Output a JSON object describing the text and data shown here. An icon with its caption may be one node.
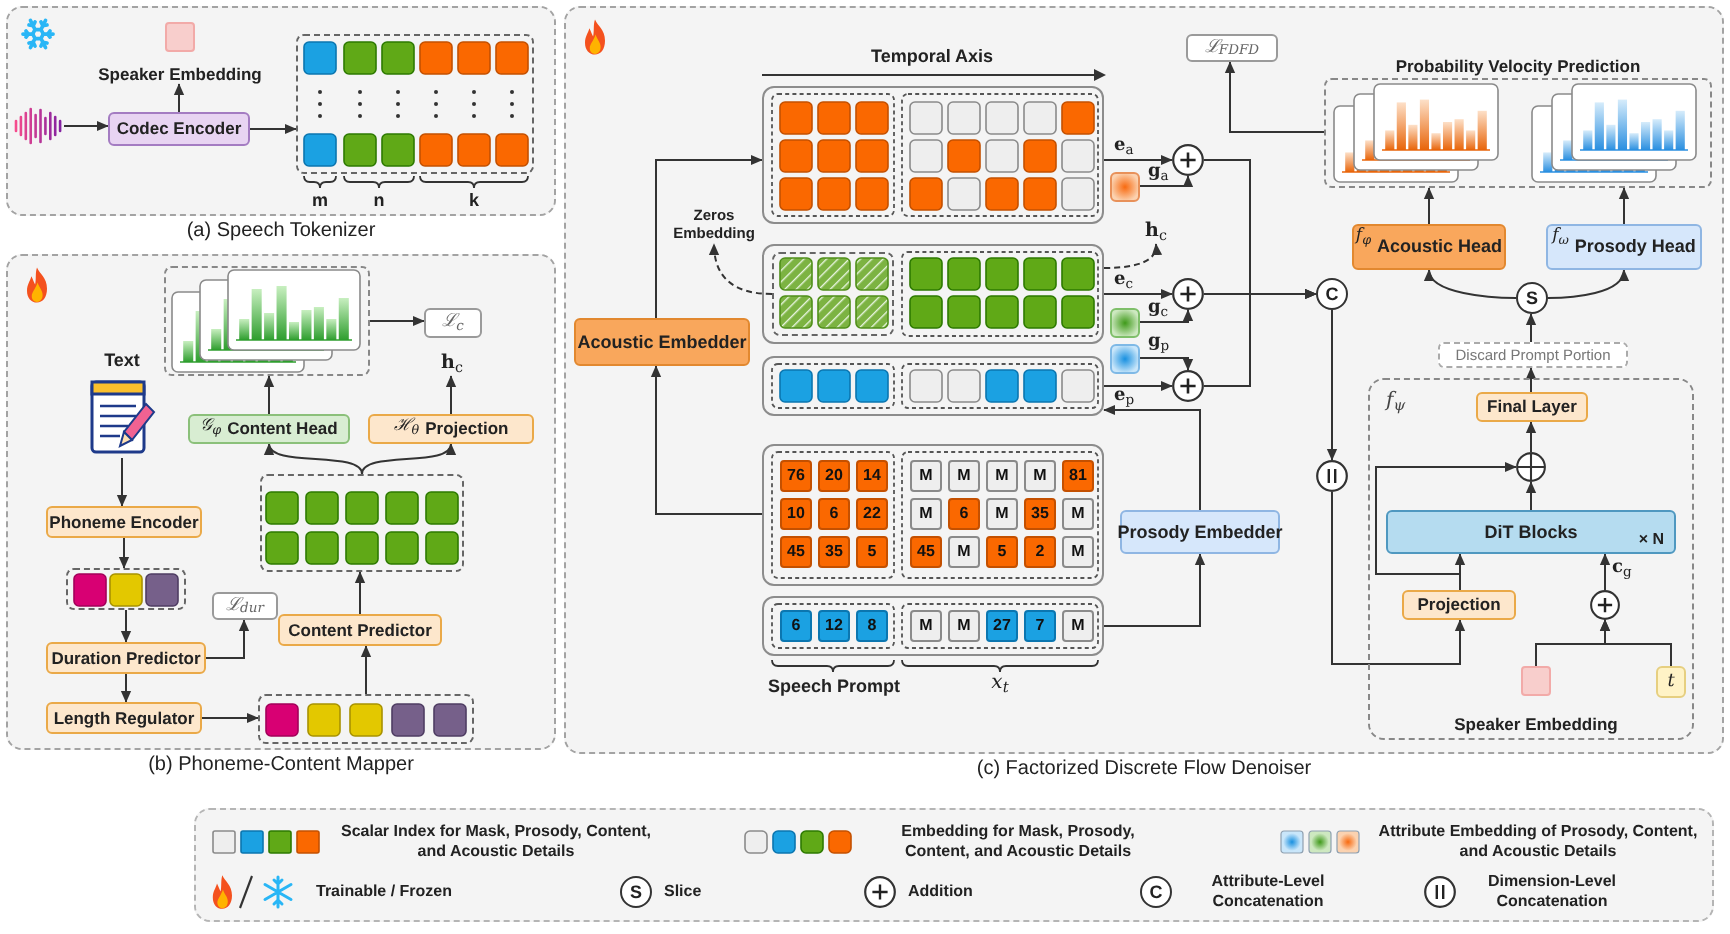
{
  "diagram": {
    "nodes": [
      {
        "text": [
          "(a) Speech Tokenizer"
        ]
      },
      {
        "text": [],
        "shape": "picture",
        "in": 0
      },
      {
        "text": [
          "Codec Encoder"
        ],
        "in": 0
      },
      {
        "text": [
          "Speaker Embedding"
        ],
        "in": 0
      },
      {
        "text": [],
        "shape": "box",
        "in": 0
      },
      {
        "text": [
          "(b) Phoneme-Content Mapper"
        ]
      },
      {
        "text": [],
        "shape": "picture",
        "in": 5
      },
      {
        "text": [
          "ℒ$_{c}$"
        ],
        "in": 5
      },
      {
        "text": [
          "**h**$_{c}$"
        ],
        "in": 5
      },
      {
        "text": [
          "Text"
        ],
        "in": 5
      },
      {
        "text": [
          "𝒢$_{φ}$",
          "Content Head"
        ],
        "in": 5
      },
      {
        "text": [
          "ℋ$_{θ}$",
          "Projection"
        ],
        "in": 5
      },
      {
        "text": [],
        "shape": "box",
        "in": 5
      },
      {
        "text": [
          "Phoneme Encoder"
        ],
        "in": 5
      },
      {
        "text": [],
        "shape": "box",
        "in": 5
      },
      {
        "text": [
          "ℒ$_{dur}$"
        ],
        "in": 5
      },
      {
        "text": [
          "Content Predictor"
        ],
        "in": 5
      },
      {
        "text": [
          "Duration Predictor"
        ],
        "in": 5
      },
      {
        "text": [
          "Length Regulator"
        ],
        "in": 5
      },
      {
        "text": [],
        "shape": "box",
        "in": 5
      },
      {
        "text": [
          "(c) Factorized Discrete Flow Denoiser"
        ]
      },
      {
        "text": [
          "ℒ$_{FDFD}$"
        ],
        "in": 20
      },
      {
        "text": [
          "Probability Velocity Prediction"
        ],
        "in": 20
      },
      {
        "text": [],
        "shape": "box",
        "in": 20
      },
      {
        "text": [],
        "shape": "circle",
        "in": 20
      },
      {
        "text": [],
        "shape": "box",
        "in": 20
      },
      {
        "text": [
          "Zeros Embedding"
        ],
        "in": 20
      },
      {
        "text": [
          "**h**$_{c}$"
        ],
        "in": 20
      },
      {
        "text": [
          "f$_{φ}$",
          "Acoustic Head"
        ],
        "in": 20
      },
      {
        "text": [
          "f$_{ω}$",
          "Prosody Head"
        ],
        "in": 20
      },
      {
        "text": [],
        "shape": "box",
        "in": 20
      },
      {
        "text": [],
        "shape": "box",
        "in": 30
      },
      {
        "text": [],
        "shape": "circle",
        "in": 20
      },
      {
        "text": [
          "C"
        ],
        "in": 20
      },
      {
        "text": [
          "S"
        ],
        "in": 20
      },
      {
        "text": [
          "Acoustic Embedder"
        ],
        "in": 20
      },
      {
        "text": [],
        "shape": "box",
        "in": 20
      },
      {
        "text": [],
        "shape": "box",
        "in": 20
      },
      {
        "text": [],
        "shape": "box",
        "in": 20
      },
      {
        "text": [],
        "shape": "circle",
        "in": 20
      },
      {
        "text": [
          "Discard Prompt Portion"
        ],
        "in": 20
      },
      {
        "text": [
          "f$_{ψ}$"
        ],
        "in": 20
      },
      {
        "text": [
          "Final Layer"
        ],
        "in": 41
      },
      {
        "text": [],
        "shape": "circle",
        "in": 41
      },
      {
        "text": [],
        "shape": "circle",
        "in": 20
      },
      {
        "text": [
          "DiT Blocks",
          "× N"
        ],
        "in": 41
      },
      {
        "text": [],
        "shape": "box",
        "in": 20
      },
      {
        "text": [
          "76"
        ],
        "in": 46
      },
      {
        "text": [
          "20"
        ],
        "in": 46
      },
      {
        "text": [
          "14"
        ],
        "in": 46
      },
      {
        "text": [
          "M"
        ],
        "in": 46
      },
      {
        "text": [
          "M"
        ],
        "in": 46
      },
      {
        "text": [
          "M"
        ],
        "in": 46
      },
      {
        "text": [
          "M"
        ],
        "in": 46
      },
      {
        "text": [
          "81"
        ],
        "in": 46
      },
      {
        "text": [
          "10"
        ],
        "in": 46
      },
      {
        "text": [
          "6"
        ],
        "in": 46
      },
      {
        "text": [
          "22"
        ],
        "in": 46
      },
      {
        "text": [
          "M"
        ],
        "in": 46
      },
      {
        "text": [
          "6"
        ],
        "in": 46
      },
      {
        "text": [
          "M"
        ],
        "in": 46
      },
      {
        "text": [
          "35"
        ],
        "in": 46
      },
      {
        "text": [
          "M"
        ],
        "in": 46
      },
      {
        "text": [
          "45"
        ],
        "in": 46
      },
      {
        "text": [
          "35"
        ],
        "in": 46
      },
      {
        "text": [
          "5"
        ],
        "in": 46
      },
      {
        "text": [
          "45"
        ],
        "in": 46
      },
      {
        "text": [
          "M"
        ],
        "in": 46
      },
      {
        "text": [
          "5"
        ],
        "in": 46
      },
      {
        "text": [
          "2"
        ],
        "in": 46
      },
      {
        "text": [
          "M"
        ],
        "in": 46
      },
      {
        "text": [
          "Prosody Embedder"
        ],
        "in": 20
      },
      {
        "text": [
          "Projection"
        ],
        "in": 41
      },
      {
        "text": [],
        "shape": "circle",
        "in": 41
      },
      {
        "text": [],
        "shape": "box",
        "in": 20
      },
      {
        "text": [
          "6"
        ],
        "in": 74
      },
      {
        "text": [
          "12"
        ],
        "in": 74
      },
      {
        "text": [
          "8"
        ],
        "in": 74
      },
      {
        "text": [
          "M"
        ],
        "in": 74
      },
      {
        "text": [
          "M"
        ],
        "in": 74
      },
      {
        "text": [
          "27"
        ],
        "in": 74
      },
      {
        "text": [
          "7"
        ],
        "in": 74
      },
      {
        "text": [
          "M"
        ],
        "in": 74
      },
      {
        "text": [
          "Speaker Embedding"
        ],
        "in": 41
      },
      {
        "text": [
          "t"
        ],
        "in": 41
      }
    ],
    "edges": [
      {
        "from": 1,
        "to": 2,
        "arrow": "to"
      },
      {
        "from": 2,
        "to": 3,
        "arrow": "to"
      },
      {
        "from": 2,
        "to": 4,
        "arrow": "to"
      },
      {
        "from": 9,
        "to": 13,
        "arrow": "to"
      },
      {
        "from": 13,
        "to": 14,
        "arrow": "to"
      },
      {
        "from": 14,
        "to": 17,
        "arrow": "to"
      },
      {
        "from": 17,
        "to": 15,
        "arrow": "to"
      },
      {
        "from": 17,
        "to": 18,
        "arrow": "to"
      },
      {
        "from": 18,
        "to": 19,
        "arrow": "to"
      },
      {
        "from": 19,
        "to": 16,
        "arrow": "to"
      },
      {
        "from": 16,
        "to": 12,
        "arrow": "to"
      },
      {
        "from": 12,
        "to": 10,
        "arrow": "to"
      },
      {
        "from": 12,
        "to": 11,
        "arrow": "to"
      },
      {
        "from": 10,
        "to": 6,
        "arrow": "to"
      },
      {
        "from": 11,
        "to": 8,
        "arrow": "to"
      },
      {
        "from": 6,
        "to": 7,
        "arrow": "to"
      },
      {
        "from": 46,
        "to": 35,
        "arrow": "to"
      },
      {
        "from": 35,
        "to": 23,
        "arrow": "to"
      },
      {
        "from": 74,
        "to": 71,
        "arrow": "to"
      },
      {
        "from": 71,
        "to": 38,
        "arrow": "to"
      },
      {
        "from": 23,
        "to": 24,
        "arrow": "to",
        "label": "**e**$_{a}$"
      },
      {
        "from": 25,
        "to": 24,
        "arrow": "to",
        "label": "**g**$_{a}$"
      },
      {
        "from": 30,
        "to": 32,
        "arrow": "to",
        "label": "**e**$_{c}$"
      },
      {
        "from": 36,
        "to": 32,
        "arrow": "to",
        "label": "**g**$_{c}$"
      },
      {
        "from": 37,
        "to": 39,
        "arrow": "to",
        "label": "**g**$_{p}$"
      },
      {
        "from": 38,
        "to": 39,
        "arrow": "to",
        "label": "**e**$_{p}$"
      },
      {
        "from": 30,
        "to": 27,
        "arrow": "to",
        "style": "dashed"
      },
      {
        "from": 31,
        "to": 26,
        "arrow": "to",
        "style": "dashed"
      },
      {
        "from": 24,
        "to": 33,
        "arrow": "to"
      },
      {
        "from": 32,
        "to": 33,
        "arrow": "to"
      },
      {
        "from": 39,
        "to": 33,
        "arrow": "to"
      },
      {
        "from": 33,
        "to": 44,
        "arrow": "to"
      },
      {
        "from": 44,
        "to": 72,
        "arrow": "to"
      },
      {
        "from": 72,
        "to": 45,
        "arrow": "to"
      },
      {
        "from": 72,
        "to": 43,
        "arrow": "to"
      },
      {
        "from": 45,
        "to": 43,
        "arrow": "to"
      },
      {
        "from": 43,
        "to": 42,
        "arrow": "to"
      },
      {
        "from": 42,
        "to": 40,
        "arrow": "to"
      },
      {
        "from": 40,
        "to": 34,
        "arrow": "to"
      },
      {
        "from": 34,
        "to": 28,
        "arrow": "to"
      },
      {
        "from": 34,
        "to": 29,
        "arrow": "to"
      },
      {
        "from": 28,
        "to": 22,
        "arrow": "to"
      },
      {
        "from": 29,
        "to": 22,
        "arrow": "to"
      },
      {
        "from": 22,
        "to": 21,
        "arrow": "to"
      },
      {
        "from": 83,
        "to": 73,
        "arrow": "to"
      },
      {
        "from": 84,
        "to": 73,
        "arrow": "to"
      },
      {
        "from": 73,
        "to": 45,
        "arrow": "to",
        "label": "**c**$_{g}$"
      }
    ],
    "labels": [
      "m",
      "n",
      "k",
      "Temporal Axis",
      "Speech Prompt",
      "x$_{t}$",
      "S",
      "C"
    ],
    "legend": [
      {
        "text": "Scalar Index for Mask, Prosody, Content, and Acoustic Details"
      },
      {
        "text": "Embedding for Mask, Prosody, Content, and Acoustic Details"
      },
      {
        "text": "Attribute Embedding of Prosody, Content, and Acoustic Details"
      },
      {
        "text": "Trainable / Frozen"
      },
      {
        "text": "Slice"
      },
      {
        "text": "Addition"
      },
      {
        "text": "Attribute-Level Concatenation"
      },
      {
        "text": "Dimension-Level Concatenation"
      }
    ]
  }
}
